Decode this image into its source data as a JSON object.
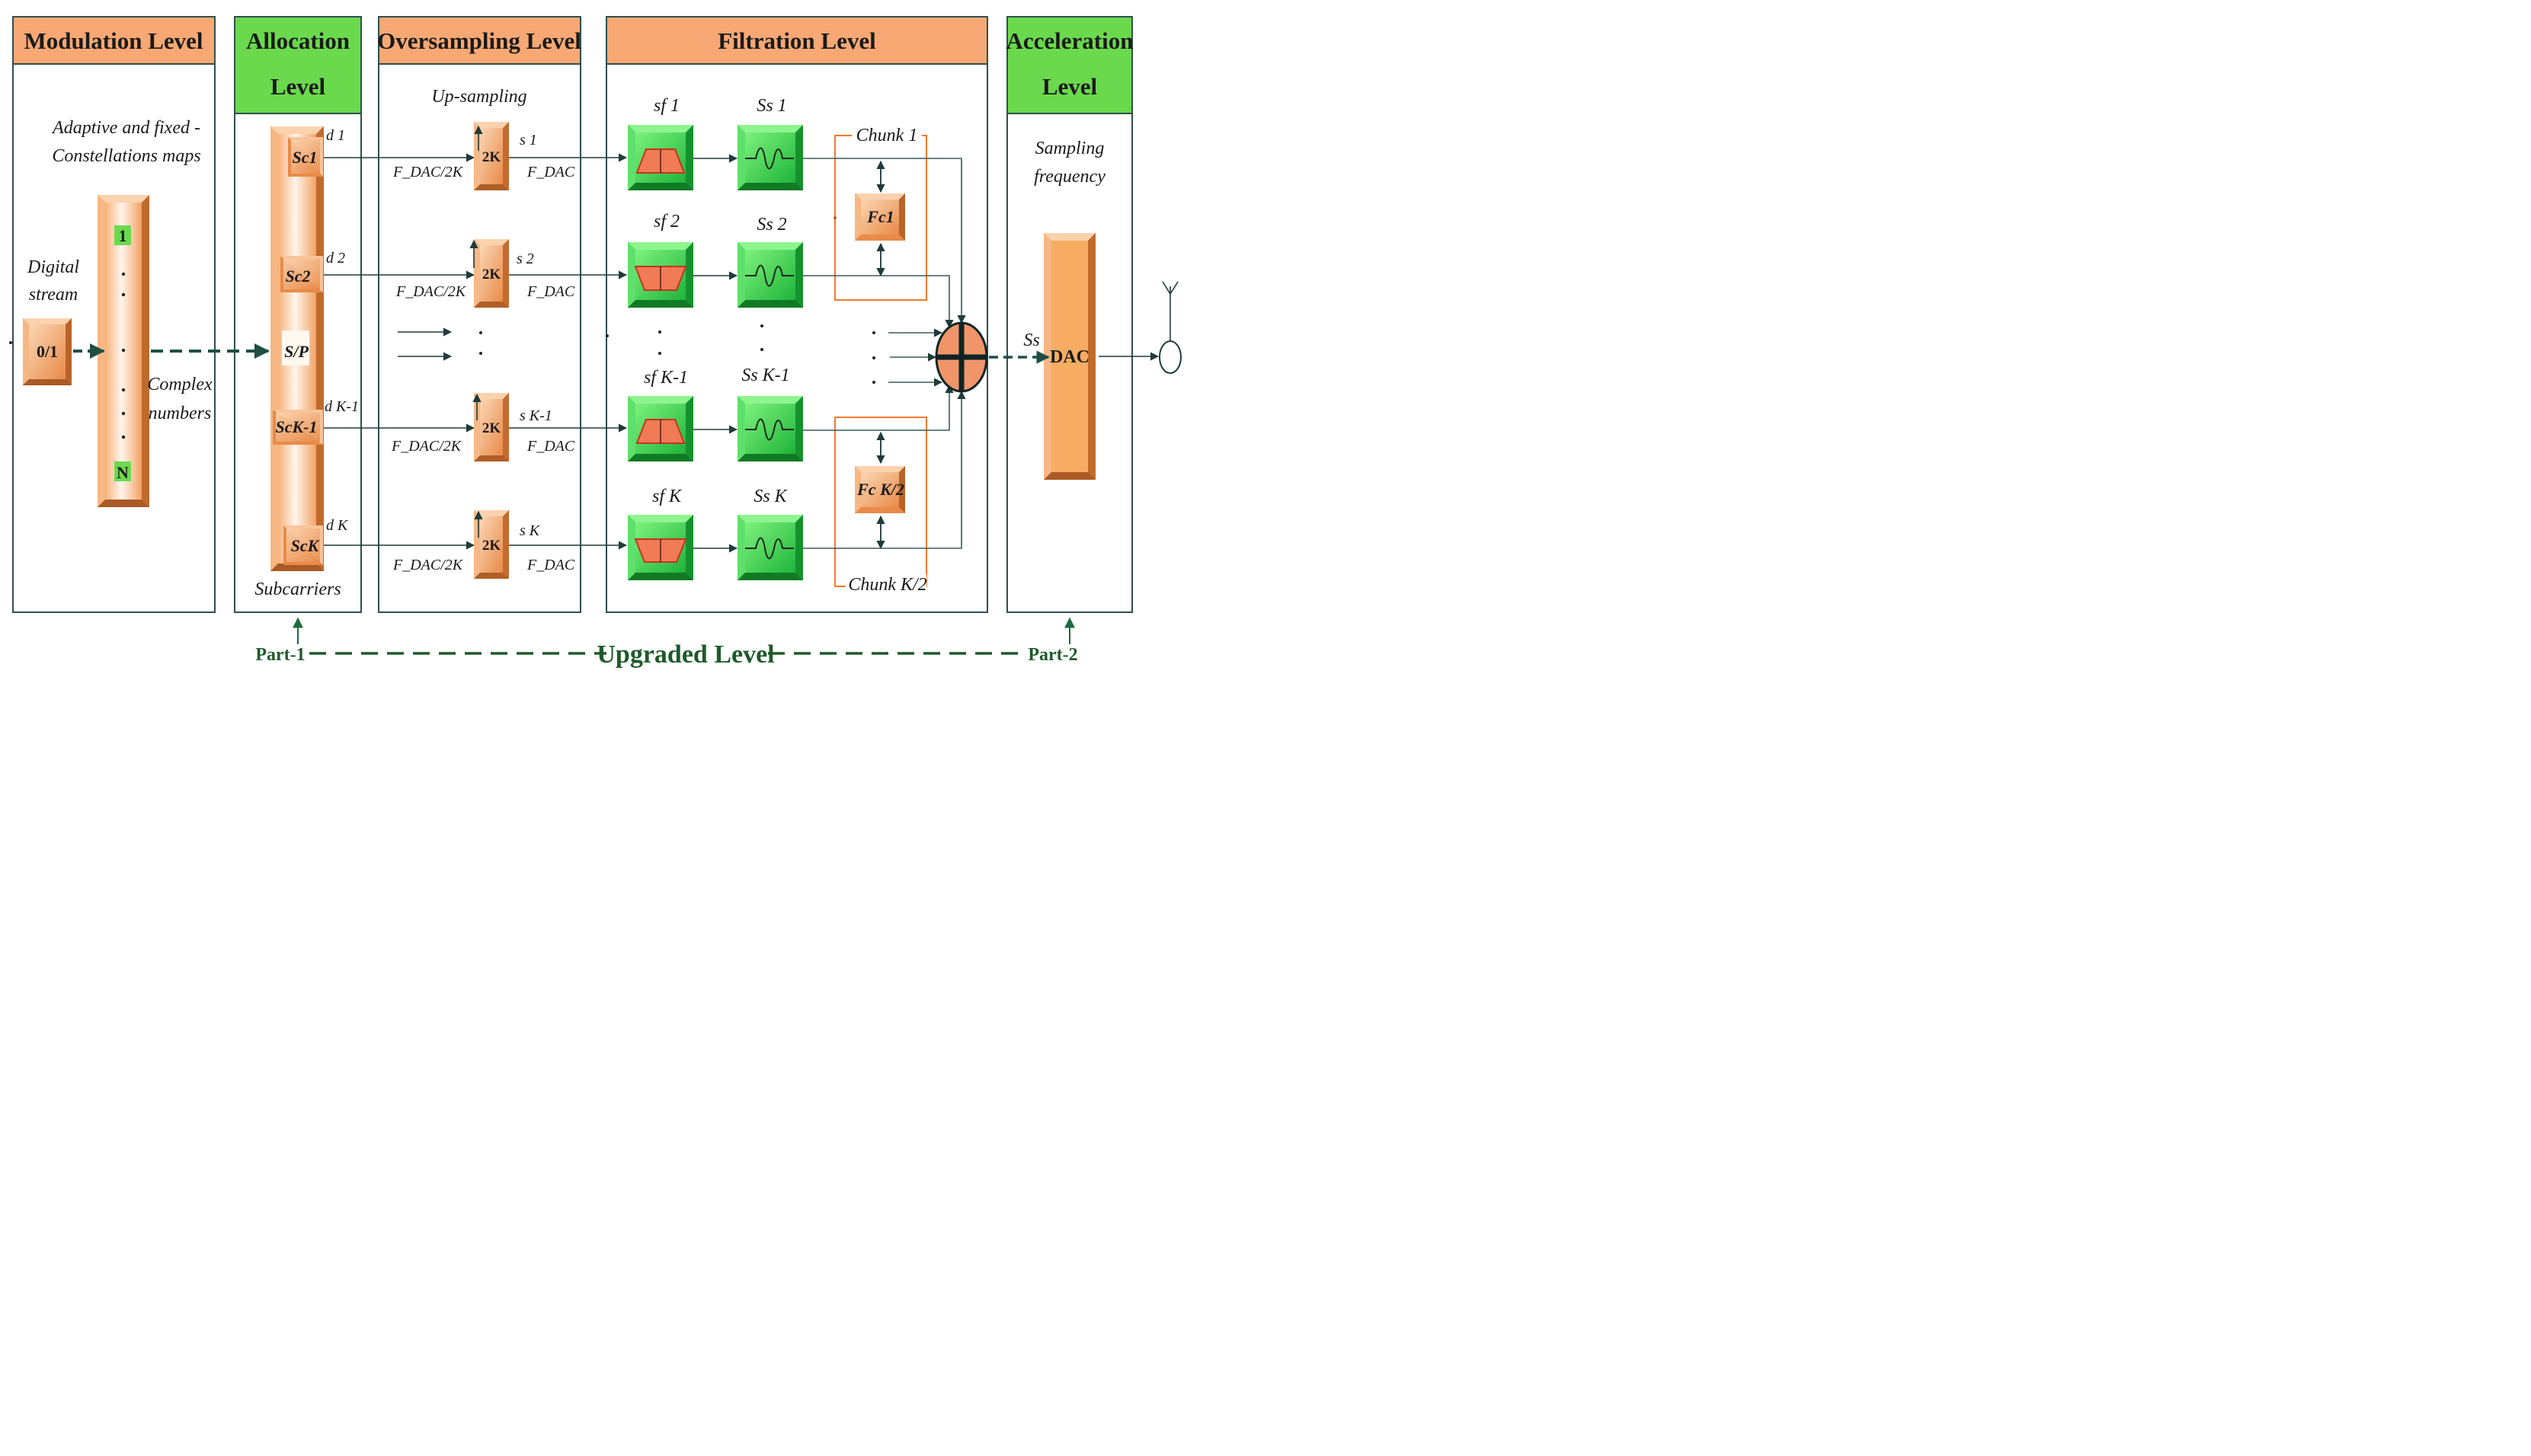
{
  "columns": {
    "modulation": "Modulation Level",
    "allocation": [
      "Allocation",
      "Level"
    ],
    "oversampling": "Oversampling Level",
    "filtration": "Filtration Level",
    "acceleration": [
      "Acceleration",
      "Level"
    ]
  },
  "modulation": {
    "caption": [
      "Adaptive and fixed -",
      "Constellations maps"
    ],
    "digital": [
      "Digital",
      "stream"
    ],
    "bit_block": "0/1",
    "first_symbol": "1",
    "last_symbol": "N",
    "complex": [
      "Complex",
      "numbers"
    ]
  },
  "allocation": {
    "sp": "S/P",
    "caption": "Subcarriers",
    "subcarriers": [
      "Sc1",
      "Sc2",
      "ScK-1",
      "ScK"
    ],
    "d_labels": [
      "d 1",
      "d 2",
      "d K-1",
      "d K"
    ]
  },
  "oversampling": {
    "caption": "Up-sampling",
    "factor": "2K",
    "rate_in": "F_DAC/2K",
    "rate_out": "F_DAC",
    "s_labels": [
      "s 1",
      "s 2",
      "s K-1",
      "s K"
    ]
  },
  "filtration": {
    "sf_labels": [
      "sf 1",
      "sf 2",
      "sf K-1",
      "sf K"
    ],
    "ss_labels": [
      "Ss 1",
      "Ss 2",
      "Ss K-1",
      "Ss K"
    ],
    "chunk_top": "Chunk 1",
    "chunk_bottom": "Chunk K/2",
    "fc_top": "Fc1",
    "fc_bottom": "Fc K/2"
  },
  "acceleration": {
    "caption": [
      "Sampling",
      "frequency"
    ],
    "ss": "Ss",
    "dac": "DAC"
  },
  "footer": {
    "part1": "Part-1",
    "upgraded": "Upgraded Level",
    "part2": "Part-2"
  },
  "colors": {
    "header_orange": "#f7a874",
    "header_green": "#6bd94e",
    "block_orange": "#f0a060",
    "block_green": "#33d14a",
    "chunk_border": "#ef7a2e",
    "footer_green": "#1e5a2a"
  }
}
